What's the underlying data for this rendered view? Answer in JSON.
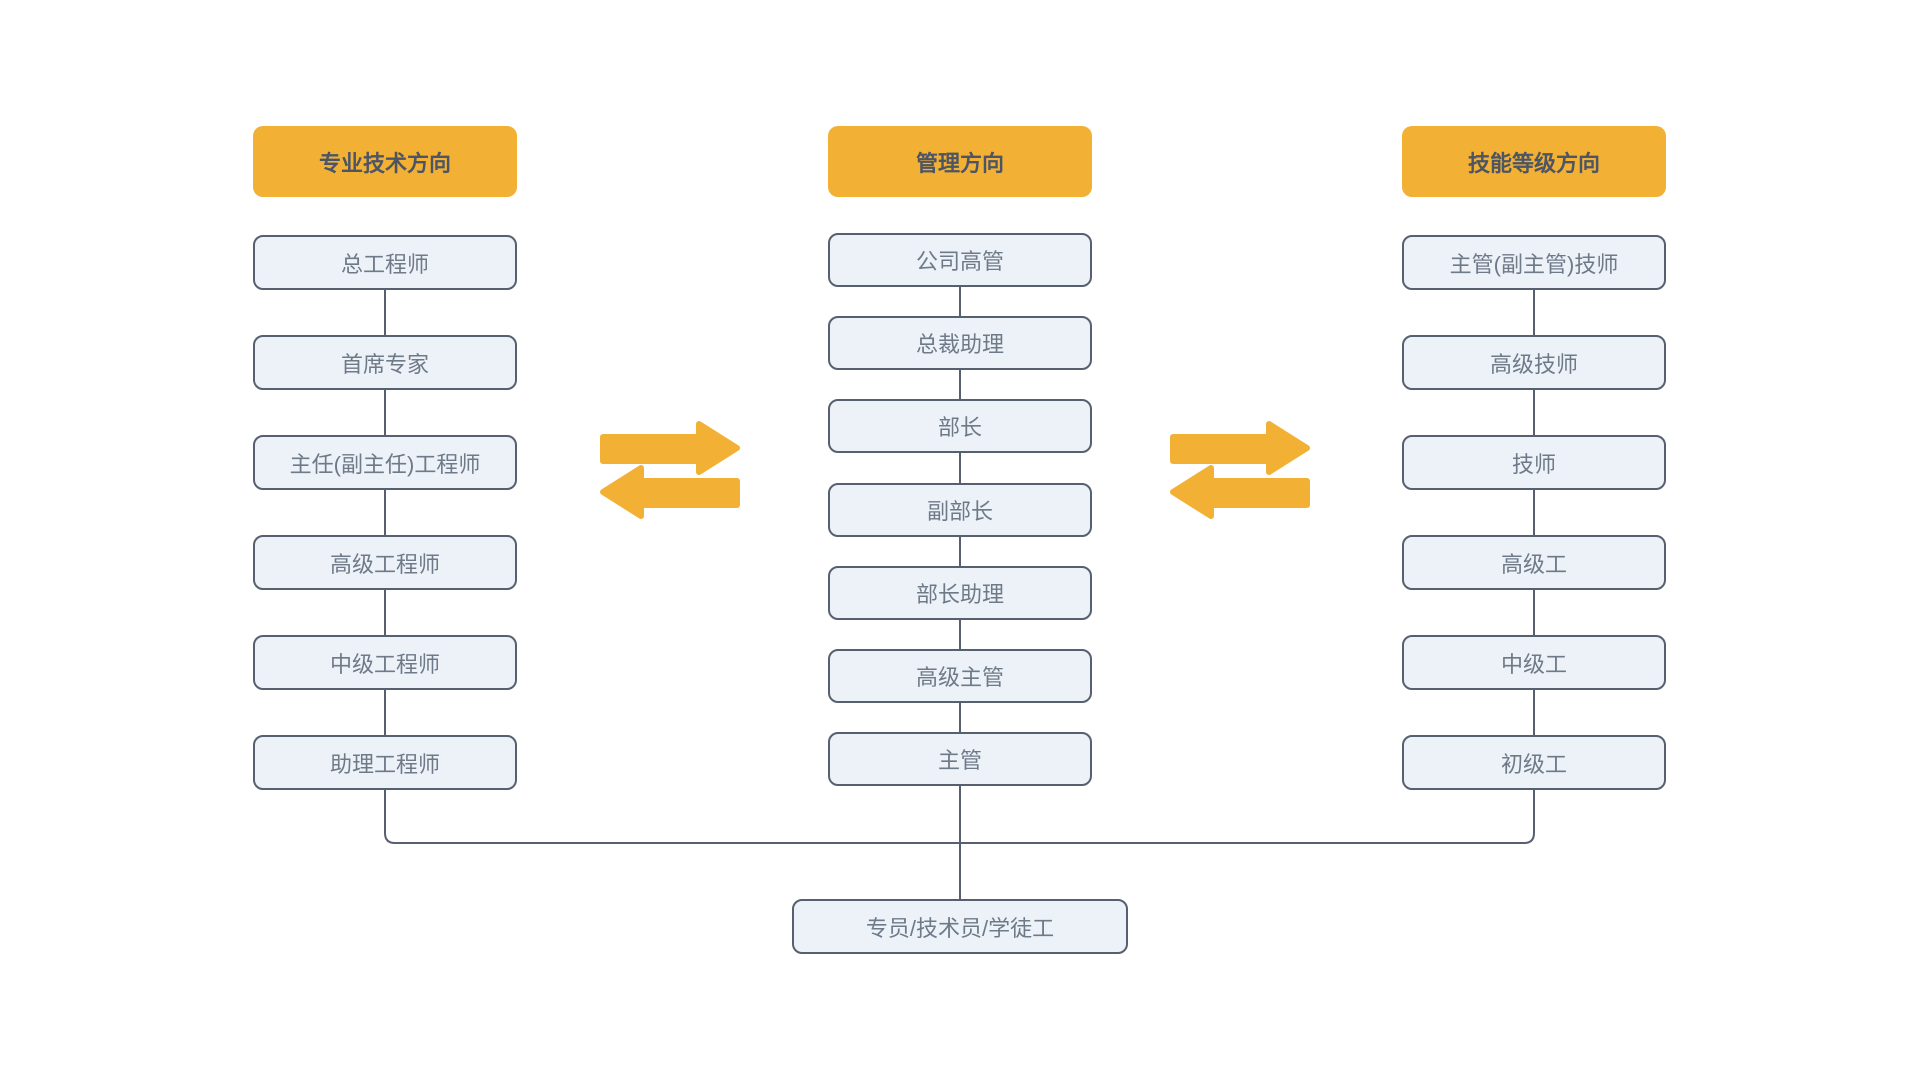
{
  "colors": {
    "header_bg": "#F2B134",
    "header_text": "#4D5565",
    "box_bg": "#EDF1F8",
    "box_border": "#57606E",
    "box_text": "#6F7A89",
    "line": "#57606E",
    "arrow": "#F2B134",
    "page_bg": "#FFFFFF"
  },
  "columns": [
    {
      "id": "professional",
      "header": "专业技术方向",
      "items": [
        "总工程师",
        "首席专家",
        "主任(副主任)工程师",
        "高级工程师",
        "中级工程师",
        "助理工程师"
      ]
    },
    {
      "id": "management",
      "header": "管理方向",
      "items": [
        "公司高管",
        "总裁助理",
        "部长",
        "副部长",
        "部长助理",
        "高级主管",
        "主管"
      ]
    },
    {
      "id": "skill-grade",
      "header": "技能等级方向",
      "items": [
        "主管(副主管)技师",
        "高级技师",
        "技师",
        "高级工",
        "中级工",
        "初级工"
      ]
    }
  ],
  "base_node": {
    "label": "专员/技术员/学徒工"
  },
  "arrow_icons": [
    "right-arrow",
    "left-arrow"
  ]
}
